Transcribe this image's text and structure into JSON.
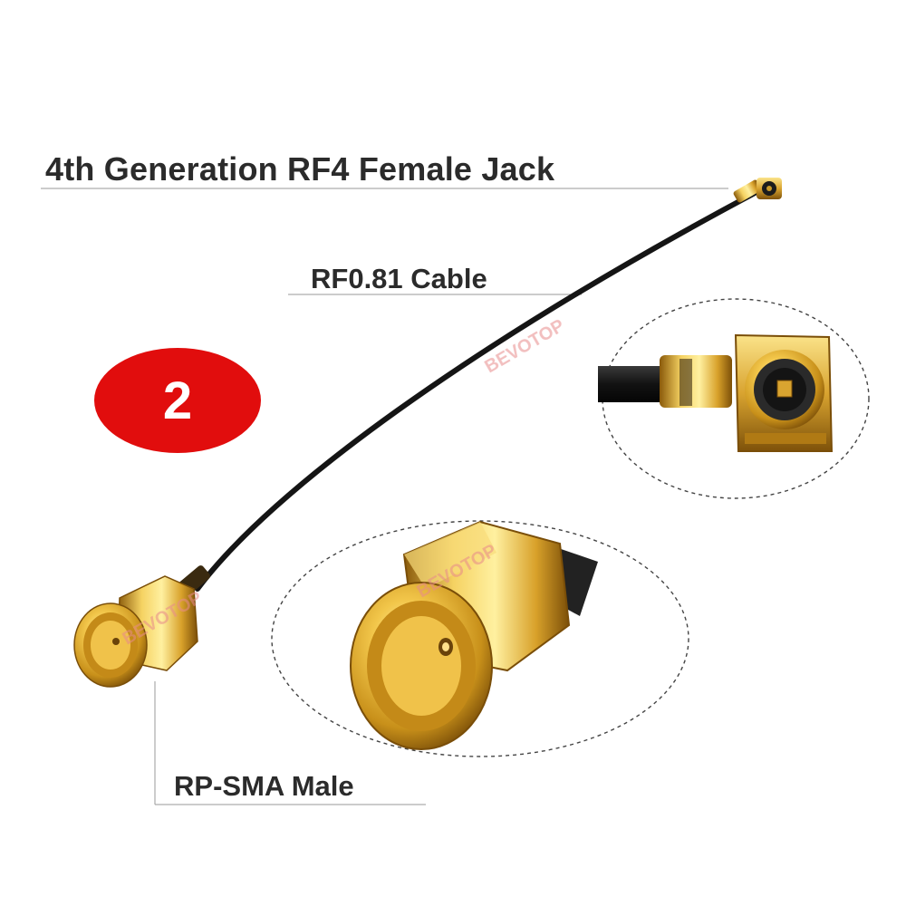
{
  "labels": {
    "title": "4th Generation RF4 Female Jack",
    "cable": "RF0.81 Cable",
    "connector": "RP-SMA Male"
  },
  "badge": {
    "number": "2",
    "color": "#e10d0d"
  },
  "watermark": "BEVOTOP",
  "colors": {
    "gold": "#d6a52a",
    "gold_dark": "#8a5e0d",
    "cable": "#151515",
    "text": "#2b2b2b"
  }
}
